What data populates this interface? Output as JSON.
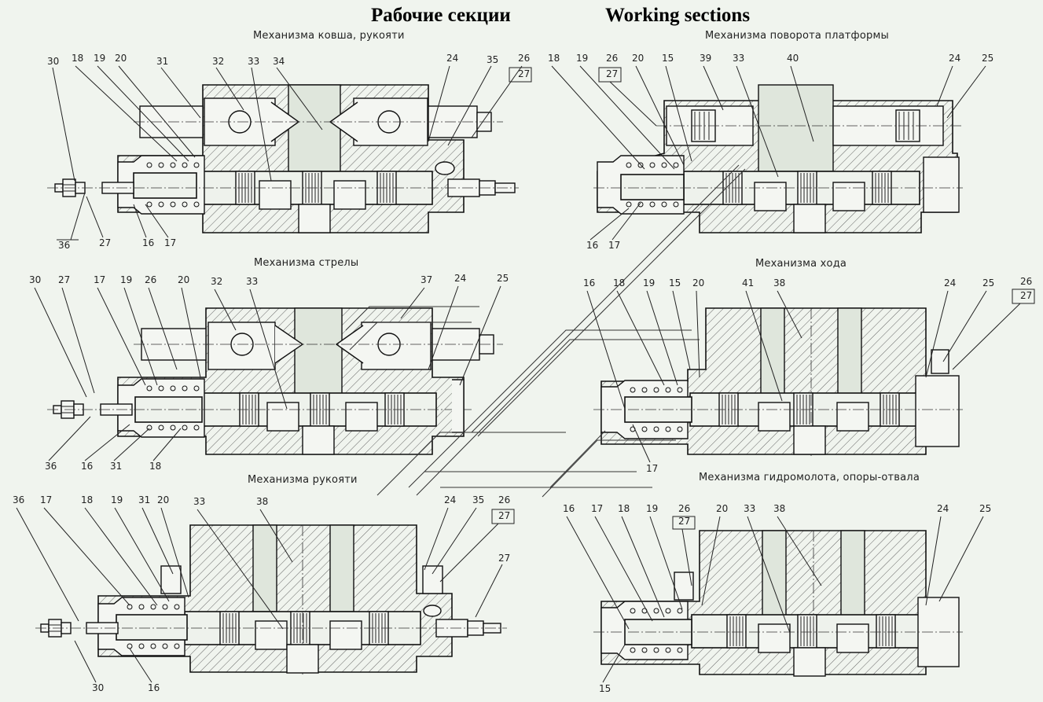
{
  "header": {
    "title_ru": "Рабочие секции",
    "title_en": "Working sections"
  },
  "sections": [
    {
      "title": "Механизма ковша, рукояти",
      "callouts_top": [
        "30",
        "18",
        "19",
        "20",
        "31",
        "32",
        "33",
        "34",
        "24",
        "35",
        "26",
        "27"
      ],
      "callouts_bottom": [
        "36",
        "27",
        "16",
        "17"
      ]
    },
    {
      "title": "Механизма поворота платформы",
      "callouts_top": [
        "18",
        "19",
        "26",
        "27",
        "20",
        "15",
        "39",
        "33",
        "40",
        "24",
        "25"
      ],
      "callouts_bottom": [
        "16",
        "17"
      ]
    },
    {
      "title": "Механизма стрелы",
      "callouts_top": [
        "30",
        "27",
        "17",
        "19",
        "26",
        "20",
        "32",
        "33",
        "37",
        "24",
        "25"
      ],
      "callouts_bottom": [
        "36",
        "16",
        "31",
        "18"
      ]
    },
    {
      "title": "Механизма хода",
      "callouts_top": [
        "16",
        "18",
        "19",
        "15",
        "20",
        "41",
        "38",
        "24",
        "25",
        "26",
        "27"
      ],
      "callouts_bottom": [
        "17"
      ]
    },
    {
      "title": "Механизма рукояти",
      "callouts_top": [
        "36",
        "17",
        "18",
        "19",
        "31",
        "20",
        "33",
        "38",
        "24",
        "35",
        "26",
        "27",
        "27"
      ],
      "callouts_bottom": [
        "30",
        "16"
      ]
    },
    {
      "title": "Механизма гидромолота, опоры-отвала",
      "callouts_top": [
        "16",
        "17",
        "18",
        "19",
        "26",
        "27",
        "20",
        "33",
        "38",
        "24",
        "25"
      ],
      "callouts_bottom": [
        "15"
      ]
    }
  ],
  "colors": {
    "background": "#f0f4ee",
    "line": "#111111"
  }
}
